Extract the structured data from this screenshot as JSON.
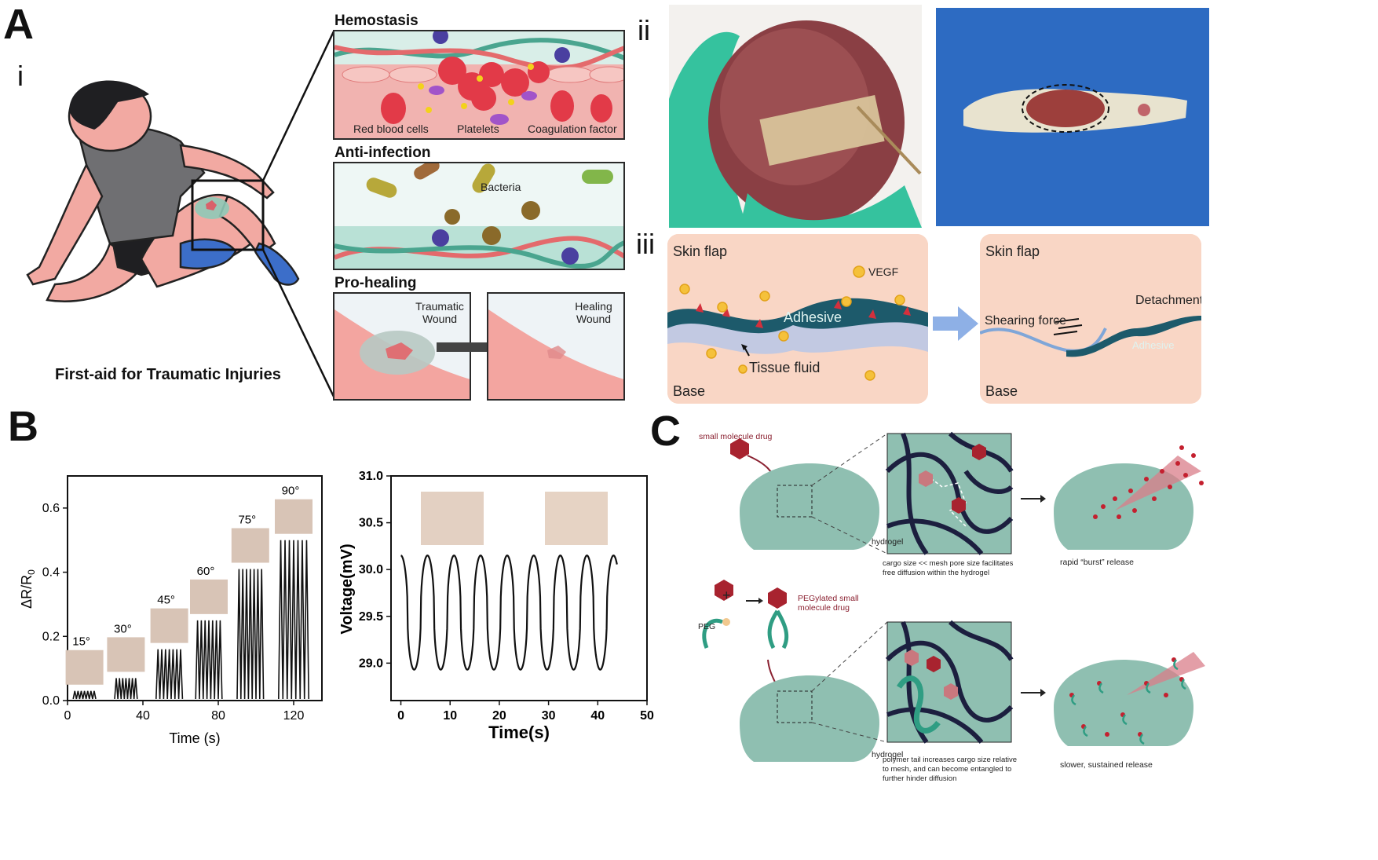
{
  "labels": {
    "A": "A",
    "B": "B",
    "C": "C",
    "i": "i",
    "ii": "ii",
    "iii": "iii"
  },
  "panel_a": {
    "caption": "First-aid for Traumatic Injuries",
    "hemostasis": {
      "title": "Hemostasis",
      "rbc": "Red blood cells",
      "platelets": "Platelets",
      "coag": "Coagulation factor"
    },
    "anti_infection": {
      "title": "Anti-infection",
      "bacteria": "Bacteria"
    },
    "pro_healing": {
      "title": "Pro-healing",
      "traumatic": "Traumatic Wound",
      "healing": "Healing Wound"
    },
    "iii": {
      "left": {
        "skin_flap": "Skin flap",
        "vegf": "VEGF",
        "adhesive": "Adhesive",
        "tissue_fluid": "Tissue fluid",
        "base": "Base"
      },
      "right": {
        "skin_flap": "Skin flap",
        "detachment": "Detachment",
        "shearing": "Shearing force",
        "adhesive": "Adhesive",
        "base": "Base"
      }
    },
    "colors": {
      "skin": "#f3a5a0",
      "vessel_green": "#4aa58f",
      "vessel_red": "#e46a6c",
      "adhesive": "#1d5a6b",
      "glove": "#34c39e",
      "drape": "#2f6fc4"
    }
  },
  "panel_b": {
    "chart_data": [
      {
        "type": "line",
        "xlabel": "Time (s)",
        "ylabel": "ΔR/R0",
        "xlim": [
          0,
          135
        ],
        "ylim": [
          0,
          0.7
        ],
        "x_ticks": [
          "0",
          "40",
          "80",
          "120"
        ],
        "y_ticks": [
          "0.0",
          "0.2",
          "0.4",
          "0.6"
        ],
        "annotations": [
          "15°",
          "30°",
          "45°",
          "60°",
          "75°",
          "90°"
        ],
        "segments": [
          {
            "angle": "15°",
            "t_start": 3,
            "t_end": 15,
            "peak": 0.03
          },
          {
            "angle": "30°",
            "t_start": 25,
            "t_end": 37,
            "peak": 0.07
          },
          {
            "angle": "45°",
            "t_start": 47,
            "t_end": 61,
            "peak": 0.16
          },
          {
            "angle": "60°",
            "t_start": 68,
            "t_end": 82,
            "peak": 0.25
          },
          {
            "angle": "75°",
            "t_start": 90,
            "t_end": 104,
            "peak": 0.41
          },
          {
            "angle": "90°",
            "t_start": 112,
            "t_end": 128,
            "peak": 0.5
          }
        ]
      },
      {
        "type": "line",
        "xlabel": "Time(s)",
        "ylabel": "Voltage(mV)",
        "xlim": [
          -2,
          50
        ],
        "ylim": [
          28.6,
          31.0
        ],
        "x_ticks": [
          "0",
          "10",
          "20",
          "30",
          "40",
          "50"
        ],
        "y_ticks": [
          "29.0",
          "29.5",
          "30.0",
          "30.5",
          "31.0"
        ],
        "wave": {
          "t_start": 0,
          "t_end": 44,
          "period": 5.4,
          "high": 30.15,
          "low": 28.93
        }
      }
    ]
  },
  "panel_c": {
    "top": {
      "drug": "small molecule drug",
      "hydrogel": "hydrogel",
      "caption": "cargo size << mesh pore size facilitates free diffusion within the hydrogel",
      "release": "rapid “burst” release"
    },
    "bottom": {
      "peg": "PEG",
      "plus": "+",
      "pegylated": "PEGylated small molecule drug",
      "hydrogel": "hydrogel",
      "caption": "polymer tail increases cargo size relative to mesh, and can become entangled to further hinder diffusion",
      "release": "slower, sustained release"
    },
    "colors": {
      "hydrogel": "#8fbfb1",
      "drug": "#a8232f",
      "mesh": "#1c1f3f",
      "peg": "#2f9d83"
    }
  }
}
